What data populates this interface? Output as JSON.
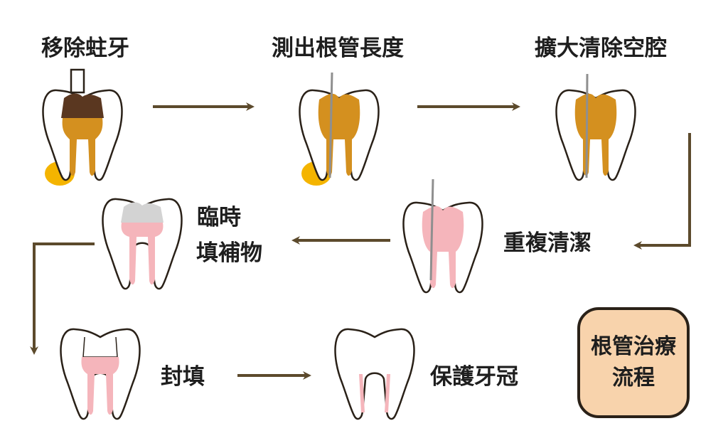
{
  "diagram": {
    "title_line1": "根管治療",
    "title_line2": "流程",
    "steps": [
      {
        "label": "移除蛀牙"
      },
      {
        "label": "測出根管長度"
      },
      {
        "label": "擴大清除空腔"
      },
      {
        "label": "重複清潔"
      },
      {
        "label_line1": "臨時",
        "label_line2": "填補物"
      },
      {
        "label": "封填"
      },
      {
        "label": "保護牙冠"
      }
    ]
  },
  "colors": {
    "outline": "#2a2118",
    "arrow": "#5c4a2c",
    "decay": "#5a3720",
    "pulp": "#d4901f",
    "infection": "#f4b400",
    "clean": "#f5b5bb",
    "temp_fill": "#d3d3d3",
    "file": "#8f8f8f",
    "title_bg": "#f8d3ac"
  },
  "icons": [
    "tooth-icon",
    "root-canal-file-icon",
    "arrow-right-icon",
    "arrow-left-icon",
    "arrow-down-icon"
  ]
}
